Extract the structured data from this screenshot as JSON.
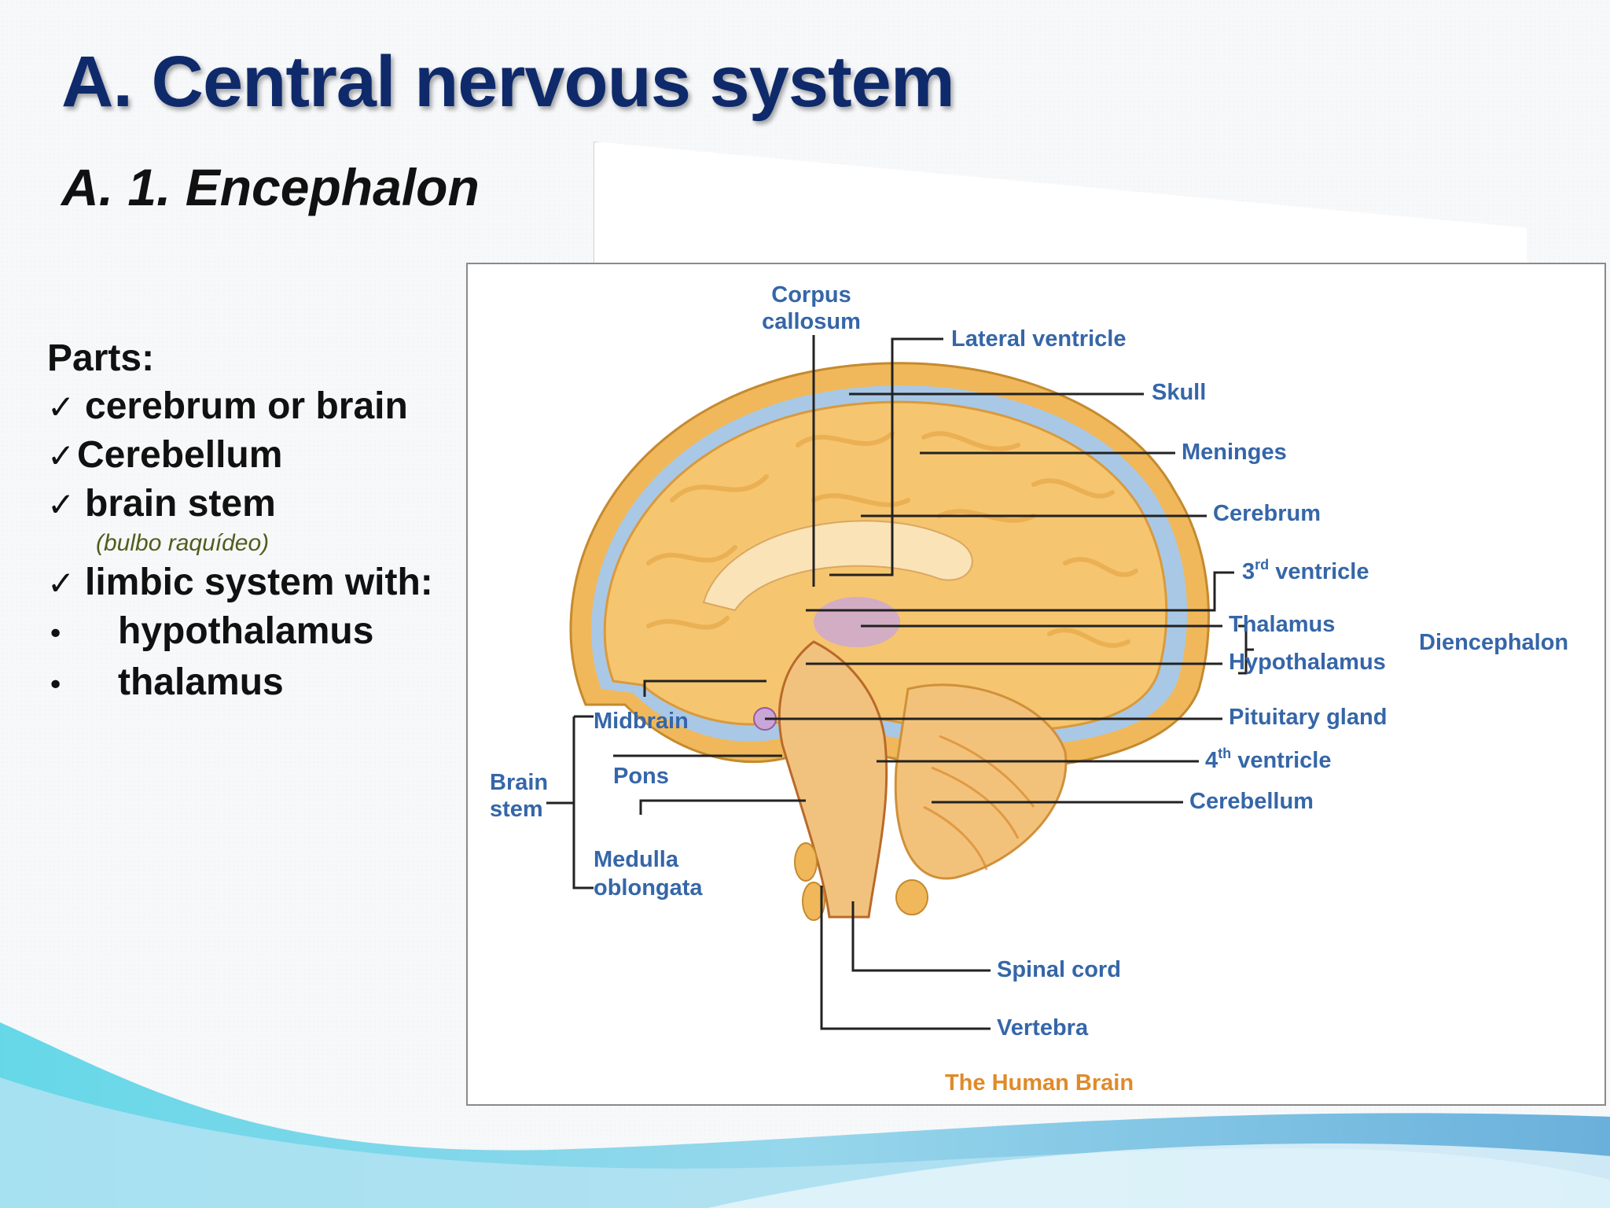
{
  "slide": {
    "title": "A. Central nervous system",
    "subtitle": "A. 1. Encephalon"
  },
  "parts": {
    "heading": "Parts:",
    "items": [
      {
        "marker": "✓",
        "text": "cerebrum or brain"
      },
      {
        "marker": "✓",
        "text": "Cerebellum"
      },
      {
        "marker": "✓",
        "text": "brain stem"
      },
      {
        "note": "(bulbo raquídeo)"
      },
      {
        "marker": "✓",
        "text": "limbic system with:"
      },
      {
        "marker": "•",
        "text": "hypothalamus"
      },
      {
        "marker": "•",
        "text": "thalamus"
      }
    ]
  },
  "figure": {
    "caption": "The Human Brain",
    "labels": {
      "corpus_1": "Corpus",
      "corpus_2": "callosum",
      "lateral_ventricle": "Lateral ventricle",
      "skull": "Skull",
      "meninges": "Meninges",
      "cerebrum": "Cerebrum",
      "third_ventricle_num": "3",
      "third_ventricle_sup": "rd",
      "third_ventricle_word": " ventricle",
      "thalamus": "Thalamus",
      "hypothalamus": "Hypothalamus",
      "diencephalon": "Diencephalon",
      "pituitary": "Pituitary gland",
      "fourth_ventricle_num": "4",
      "fourth_ventricle_sup": "th",
      "fourth_ventricle_word": " ventricle",
      "cerebellum": "Cerebellum",
      "midbrain": "Midbrain",
      "pons": "Pons",
      "brain_1": "Brain",
      "brain_2": "stem",
      "medulla_1": "Medulla",
      "medulla_2": "oblongata",
      "spinal_cord": "Spinal cord",
      "vertebra": "Vertebra"
    }
  },
  "colors": {
    "title": "#0f2a6b",
    "label": "#3566a8",
    "caption": "#e08a2a",
    "brain": "#f6c56f",
    "skull": "#f0b85a",
    "meninges": "#a9c8e6",
    "wave": "#5cc8e0"
  }
}
